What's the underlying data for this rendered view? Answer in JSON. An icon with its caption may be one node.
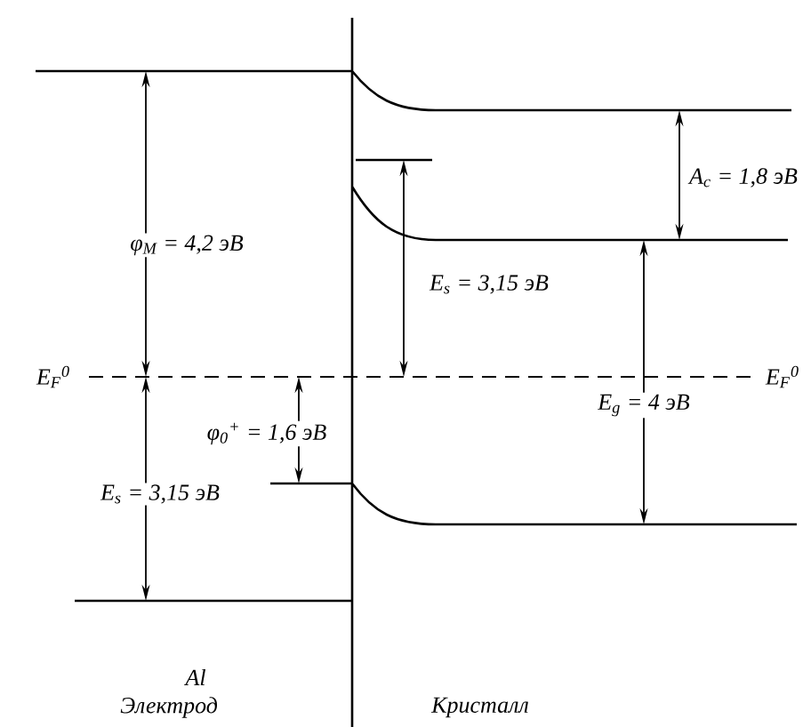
{
  "diagram": {
    "labels": [
      "A$_{c}$ = 1,8 эВ",
      "φ$_{M}$ = 4,2 эВ",
      "E$_{s}$ = 3,15 эВ",
      "E$_{F}$$^{0}$",
      "E$_{F}$$^{0}$",
      "φ$_{0}$$^{+}$ = 1,6 эВ",
      "E$_{g}$ = 4 эВ",
      "E$_{s}$ = 3,15 эВ",
      "Al",
      "Электрод",
      "Кристалл"
    ]
  }
}
